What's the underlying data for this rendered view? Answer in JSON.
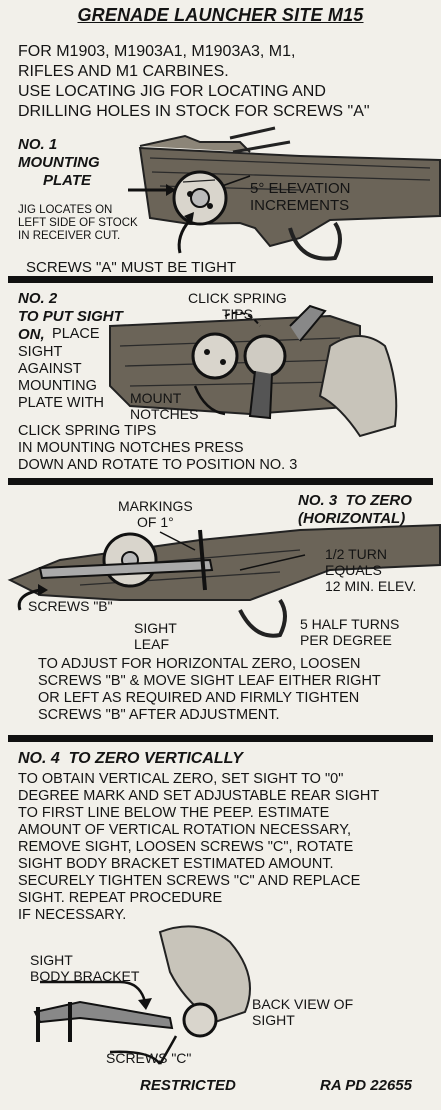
{
  "title": "GRENADE LAUNCHER SITE M15",
  "intro": "FOR M1903, M1903A1, M1903A3, M1,\nRIFLES AND M1 CARBINES.\nUSE LOCATING JIG FOR LOCATING AND\nDRILLING HOLES IN STOCK FOR SCREWS \"A\"",
  "step1": {
    "heading": "NO. 1\nMOUNTING\n      PLATE",
    "elevation_label": "5° ELEVATION\nINCREMENTS",
    "jig_note": "JIG LOCATES ON\nLEFT SIDE OF STOCK\nIN RECEIVER CUT.",
    "screws_note": "SCREWS \"A\" MUST BE TIGHT"
  },
  "step2": {
    "heading": "NO. 2\nTO PUT SIGHT\nON,",
    "heading_tail": " PLACE",
    "text": "SIGHT\nAGAINST\nMOUNTING\nPLATE WITH",
    "click_spring": "CLICK SPRING\nTIPS",
    "mount_notches": "MOUNT\nNOTCHES",
    "continuation": "CLICK SPRING TIPS\nIN MOUNTING NOTCHES PRESS\nDOWN AND ROTATE TO POSITION NO. 3"
  },
  "step3": {
    "heading": "NO. 3  TO ZERO\n(HORIZONTAL)",
    "markings": "MARKINGS\nOF 1°",
    "half_turn": "1/2 TURN\nEQUALS\n12 MIN. ELEV.",
    "screws_b": "SCREWS \"B\"",
    "sight_leaf": "SIGHT\nLEAF",
    "half_turns": "5 HALF TURNS\nPER DEGREE",
    "text": "TO ADJUST FOR HORIZONTAL ZERO, LOOSEN\nSCREWS \"B\" & MOVE SIGHT LEAF EITHER RIGHT\nOR LEFT AS REQUIRED AND FIRMLY TIGHTEN\nSCREWS \"B\" AFTER ADJUSTMENT."
  },
  "step4": {
    "heading": "NO. 4  TO ZERO VERTICALLY",
    "text": "TO OBTAIN VERTICAL ZERO, SET SIGHT TO \"0\"\nDEGREE MARK AND SET ADJUSTABLE REAR SIGHT\nTO FIRST LINE BELOW THE PEEP. ESTIMATE\nAMOUNT OF VERTICAL ROTATION NECESSARY,\nREMOVE SIGHT, LOOSEN SCREWS \"C\", ROTATE\nSIGHT BODY BRACKET ESTIMATED AMOUNT.\nSECURELY TIGHTEN SCREWS \"C\" AND REPLACE\nSIGHT. REPEAT PROCEDURE\nIF NECESSARY.",
    "bracket": "SIGHT\nBODY BRACKET",
    "back_view": "BACK VIEW OF\nSIGHT",
    "screws_c": "SCREWS \"C\""
  },
  "footer": {
    "restricted": "RESTRICTED",
    "code": "RA PD 22655"
  }
}
